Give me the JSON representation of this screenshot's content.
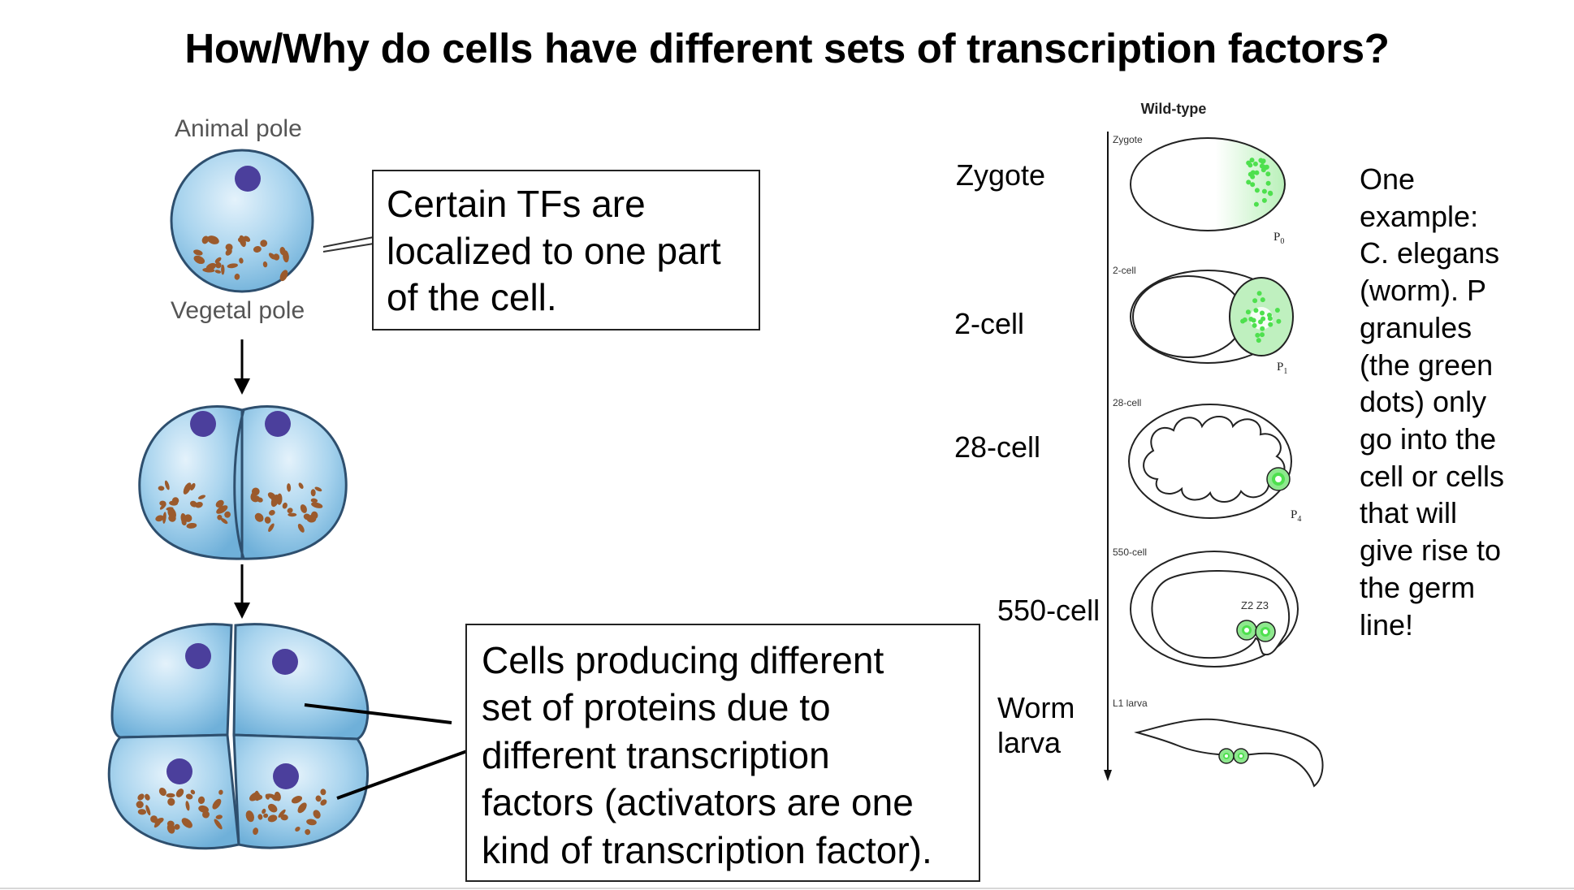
{
  "title": "How/Why do cells have different sets of transcription factors?",
  "left_figure": {
    "animal_pole_label": "Animal pole",
    "vegetal_pole_label": "Vegetal pole",
    "callout_localized": [
      "Certain TFs are",
      "localized to one part",
      "of the cell."
    ],
    "callout_proteins": [
      "Cells producing different",
      "set of proteins due to",
      "different transcription",
      "factors (activators are one",
      "kind of transcription factor)."
    ]
  },
  "right_figure": {
    "header": "Wild-type",
    "stages": [
      {
        "label": "Zygote",
        "panel_label": "Zygote",
        "cell_label": "P",
        "cell_sub": "0"
      },
      {
        "label": "2-cell",
        "panel_label": "2-cell",
        "cell_label": "P",
        "cell_sub": "1"
      },
      {
        "label": "28-cell",
        "panel_label": "28-cell",
        "cell_label": "P",
        "cell_sub": "4"
      },
      {
        "label": "550-cell",
        "panel_label": "550-cell",
        "cell_label": "Z2 Z3"
      },
      {
        "label_lines": [
          "Worm",
          "larva"
        ],
        "panel_label": "L1 larva"
      }
    ],
    "example_text": [
      "One",
      "example:",
      "C. elegans",
      "(worm). P",
      "granules",
      "(the green",
      "dots) only",
      "go into the",
      "cell or cells",
      "that will",
      "give rise to",
      "the germ",
      "line!"
    ]
  },
  "colors": {
    "cell_fill": "#a9d4ee",
    "cell_stroke": "#2e4f6e",
    "nucleus": "#4b3f9c",
    "yolk": "#9b5a2c",
    "p_granule": "#4ee04e",
    "arrow": "#000000"
  }
}
